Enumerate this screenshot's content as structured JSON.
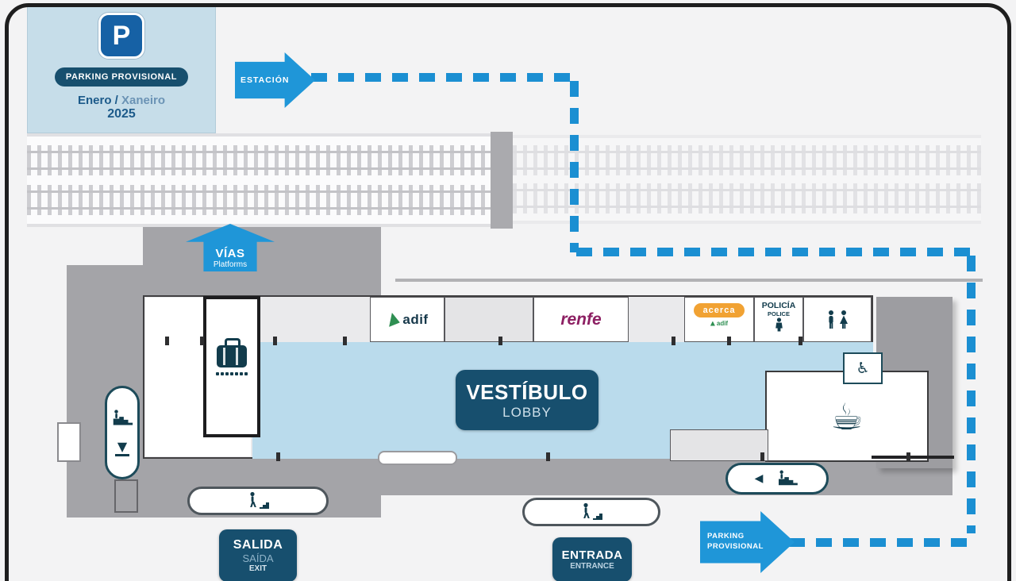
{
  "parking_sign": {
    "symbol": "P",
    "title": "PARKING PROVISIONAL",
    "month_primary": "Enero",
    "slash": " / ",
    "month_secondary": "Xaneiro",
    "year": "2025"
  },
  "route": {
    "station_arrow_label": "ESTACIÓN",
    "parking_arrow_line1": "PARKING",
    "parking_arrow_line2": "PROVISIONAL"
  },
  "platforms_arrow": {
    "primary": "VÍAS",
    "secondary": "Platforms"
  },
  "lobby_sign": {
    "primary": "VESTÍBULO",
    "secondary": "LOBBY"
  },
  "exit_sign": {
    "primary": "SALIDA",
    "secondary": "SAÍDA",
    "tertiary": "EXIT"
  },
  "entrance_sign": {
    "primary": "ENTRADA",
    "secondary": "ENTRANCE"
  },
  "tenants": {
    "adif": "adif",
    "renfe": "renfe",
    "acerca": "acerca",
    "acerca_sub": "adif",
    "police_primary": "POLICÍA",
    "police_secondary": "POLICE"
  },
  "icons": {
    "coffee_glyph": "☕",
    "wheelchair_glyph": "♿",
    "down_arrow_glyph": "▼",
    "left_arrow_glyph": "◀"
  },
  "colors": {
    "route_blue": "#1f96d8",
    "sign_navy": "#174f6e",
    "lobby_blue": "#badbec",
    "card_blue": "#c6dde9",
    "platform_gray": "#a4a4a8",
    "renfe_purple": "#8d2063",
    "adif_green": "#2f8f52",
    "acerca_orange": "#f1a233",
    "icon_teal": "#123c4c"
  }
}
